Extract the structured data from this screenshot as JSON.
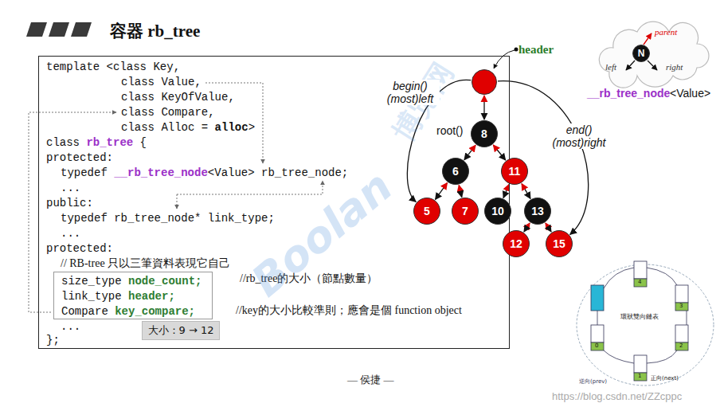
{
  "diagram": {
    "title": "容器 rb_tree",
    "nodes": [
      {
        "text": [
          "template <class Key,",
          "class Value,",
          "class KeyOfValue,",
          "class Compare,",
          "class Alloc =",
          "alloc",
          ">",
          "class",
          "rb_tree",
          "{",
          "protected:",
          "typedef",
          "__rb_tree_node",
          "<Value> rb_tree_node;",
          "...",
          "public:",
          "typedef rb_tree_node* link_type;",
          "...",
          "protected:",
          "// RB-tree 只以三筆資料表現它自己",
          "//rb_tree的大小（節點數量）",
          "//key的大小比較準則；應會是個 function object",
          "...",
          "};"
        ]
      },
      {
        "text": [
          "size_type",
          "node_count;",
          "link_type",
          "header;",
          "Compare",
          "key_compare;"
        ],
        "in": 0
      },
      {
        "text": [
          "大小：9 → 12"
        ],
        "in": 0
      },
      {
        "text": [
          "header"
        ]
      },
      {
        "text": [
          "8"
        ]
      },
      {
        "text": [
          "6"
        ]
      },
      {
        "text": [
          "11"
        ]
      },
      {
        "text": [
          "5"
        ]
      },
      {
        "text": [
          "7"
        ]
      },
      {
        "text": [
          "10"
        ]
      },
      {
        "text": [
          "13"
        ]
      },
      {
        "text": [
          "12"
        ]
      },
      {
        "text": [
          "15"
        ]
      },
      {
        "text": [
          "N"
        ]
      }
    ],
    "edges": [
      {
        "from": 3,
        "to": 4,
        "arrow": "both",
        "label": "root()"
      },
      {
        "from": 4,
        "to": 5,
        "arrow": "both"
      },
      {
        "from": 4,
        "to": 6,
        "arrow": "both"
      },
      {
        "from": 5,
        "to": 7,
        "arrow": "both"
      },
      {
        "from": 5,
        "to": 8,
        "arrow": "both"
      },
      {
        "from": 6,
        "to": 9,
        "arrow": "both"
      },
      {
        "from": 6,
        "to": 10,
        "arrow": "both"
      },
      {
        "from": 10,
        "to": 11,
        "arrow": "both"
      },
      {
        "from": 10,
        "to": 12,
        "arrow": "both"
      },
      {
        "from": 3,
        "to": 7,
        "arrow": "to",
        "label": "begin() (most)left"
      },
      {
        "from": 3,
        "to": 12,
        "arrow": "to",
        "label": "end() (most)right"
      }
    ],
    "labels": [
      "Boolan",
      "博览网",
      "__rb_tree_node",
      "<Value>",
      "parent",
      "left",
      "right",
      "4",
      "3",
      "2",
      "1",
      "0",
      "環狀雙向鏈表",
      "正向(next)",
      "逆向(prev)",
      "— 侯捷 —",
      "https://blog.csdn.net/ZZcppc"
    ]
  }
}
